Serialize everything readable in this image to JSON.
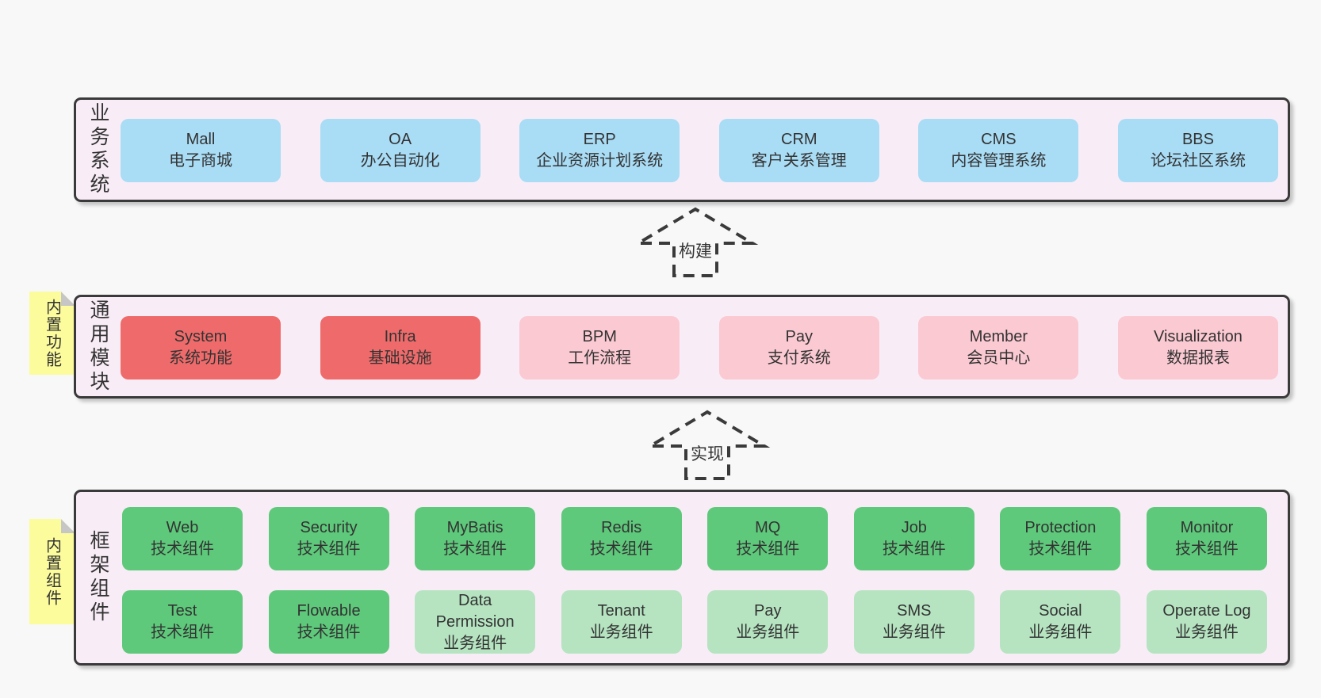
{
  "palette": {
    "page_bg": "#f8f8f8",
    "layer_bg": "#f8edf6",
    "border": "#3a3a3a",
    "blue": "#a9dcf5",
    "red": "#ef6b6b",
    "pink": "#fbc9d2",
    "green": "#5ec97b",
    "green_light": "#b6e4c1",
    "note_yellow": "#fcfc9d",
    "note_fold_gray": "#c6c6c6",
    "text": "#333333"
  },
  "arrows": {
    "build": {
      "label": "构建"
    },
    "implement": {
      "label": "实现"
    }
  },
  "notes": {
    "modules": {
      "label": "内置功能"
    },
    "components": {
      "label": "内置组件"
    }
  },
  "layers": {
    "business": {
      "label": "业务系统",
      "boxes": [
        {
          "en": "Mall",
          "zh": "电子商城"
        },
        {
          "en": "OA",
          "zh": "办公自动化"
        },
        {
          "en": "ERP",
          "zh": "企业资源计划系统"
        },
        {
          "en": "CRM",
          "zh": "客户关系管理"
        },
        {
          "en": "CMS",
          "zh": "内容管理系统"
        },
        {
          "en": "BBS",
          "zh": "论坛社区系统"
        }
      ]
    },
    "modules": {
      "label": "通用模块",
      "boxes": [
        {
          "en": "System",
          "zh": "系统功能"
        },
        {
          "en": "Infra",
          "zh": "基础设施"
        },
        {
          "en": "BPM",
          "zh": "工作流程"
        },
        {
          "en": "Pay",
          "zh": "支付系统"
        },
        {
          "en": "Member",
          "zh": "会员中心"
        },
        {
          "en": "Visualization",
          "zh": "数据报表"
        }
      ]
    },
    "components": {
      "label": "框架组件",
      "rows": [
        [
          {
            "en": "Web",
            "zh": "技术组件"
          },
          {
            "en": "Security",
            "zh": "技术组件"
          },
          {
            "en": "MyBatis",
            "zh": "技术组件"
          },
          {
            "en": "Redis",
            "zh": "技术组件"
          },
          {
            "en": "MQ",
            "zh": "技术组件"
          },
          {
            "en": "Job",
            "zh": "技术组件"
          },
          {
            "en": "Protection",
            "zh": "技术组件"
          },
          {
            "en": "Monitor",
            "zh": "技术组件"
          }
        ],
        [
          {
            "en": "Test",
            "zh": "技术组件"
          },
          {
            "en": "Flowable",
            "zh": "技术组件"
          },
          {
            "en": "Data Permission",
            "zh": "业务组件"
          },
          {
            "en": "Tenant",
            "zh": "业务组件"
          },
          {
            "en": "Pay",
            "zh": "业务组件"
          },
          {
            "en": "SMS",
            "zh": "业务组件"
          },
          {
            "en": "Social",
            "zh": "业务组件"
          },
          {
            "en": "Operate Log",
            "zh": "业务组件"
          }
        ]
      ]
    }
  }
}
